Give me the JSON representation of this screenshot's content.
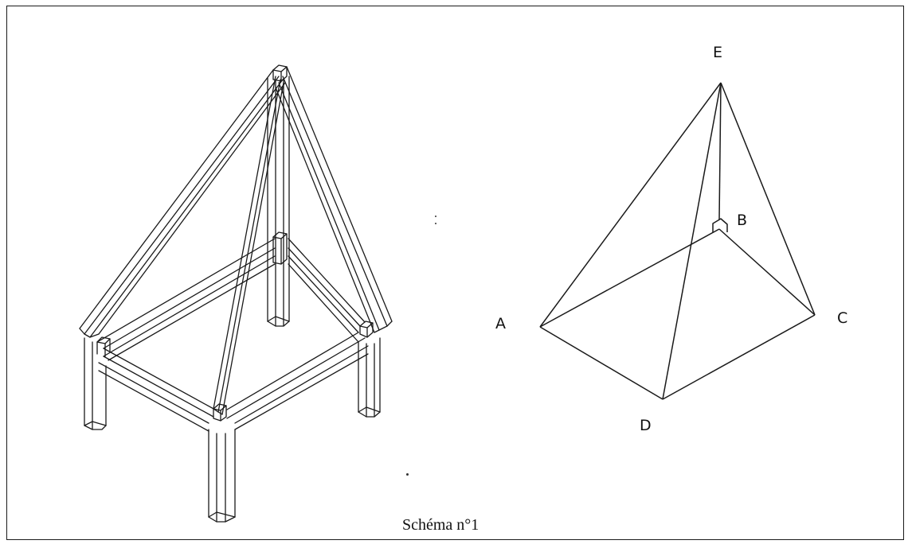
{
  "caption": "Schéma n°1",
  "pyramid": {
    "labels": {
      "a": "A",
      "b": "B",
      "c": "C",
      "d": "D",
      "e": "E"
    }
  }
}
